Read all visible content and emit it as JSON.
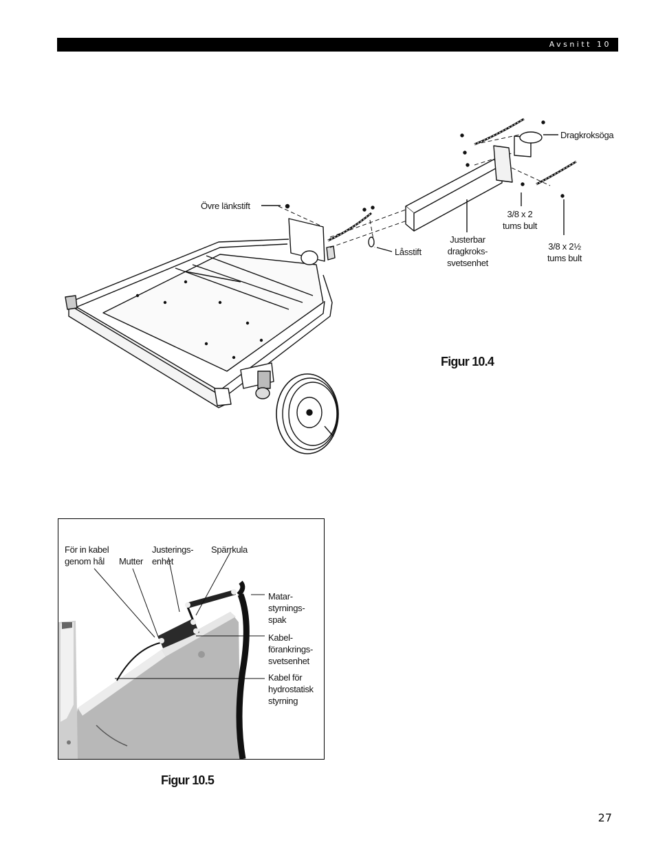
{
  "header": {
    "section": "Avsnitt 10"
  },
  "figure_10_4": {
    "caption": "Figur 10.4",
    "labels": {
      "upper_link_pin": "Övre länkstift",
      "lock_pin": "Låsstift",
      "adjustable_hitch": [
        "Justerbar",
        "dragkroks-",
        "svetsenhet"
      ],
      "bolt_38x2": [
        "3/8 x 2",
        "tums bult"
      ],
      "bolt_38x2half": [
        "3/8 x 2½",
        "tums bult"
      ],
      "hitch_eye": "Dragkroksöga"
    }
  },
  "figure_10_5": {
    "caption": "Figur 10.5",
    "labels": {
      "cable_hole": [
        "För in kabel",
        "genom hål"
      ],
      "nut": "Mutter",
      "adjust_unit": [
        "Justerings-",
        "enhet"
      ],
      "detent_ball": "Spärrkula",
      "feed_lever": [
        "Matar-",
        "styrnings-",
        "spak"
      ],
      "cable_anchor": [
        "Kabel-",
        "förankrings-",
        "svetsenhet"
      ],
      "hydro_cable": [
        "Kabel för",
        "hydrostatisk",
        "styrning"
      ]
    }
  },
  "page_number": "27"
}
